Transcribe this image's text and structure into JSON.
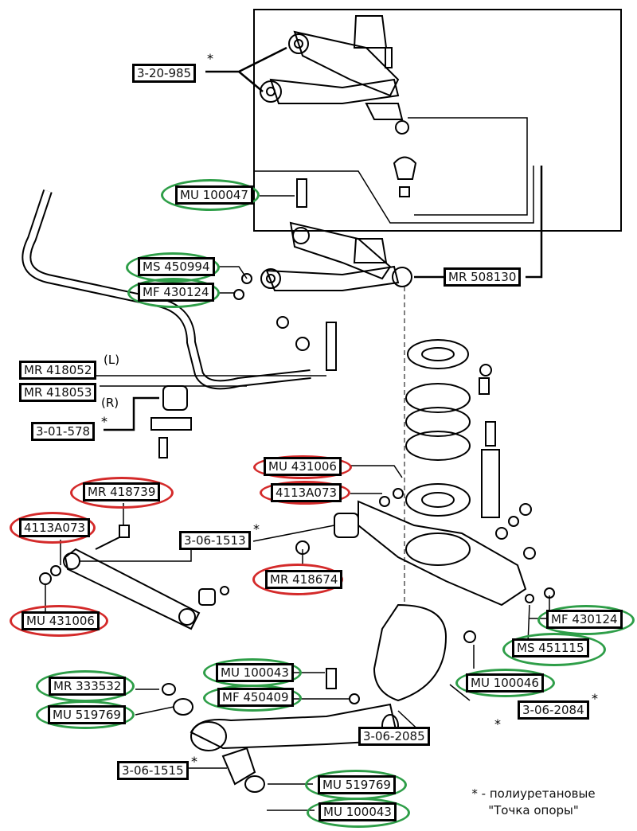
{
  "diagram": {
    "title": "Rear suspension parts diagram",
    "labels": [
      {
        "id": "3-20-985",
        "text": "3-20-985",
        "ring": "none",
        "star": true
      },
      {
        "id": "MU100047",
        "text": "MU 100047",
        "ring": "green"
      },
      {
        "id": "MS450994",
        "text": "MS 450994",
        "ring": "green"
      },
      {
        "id": "MF430124a",
        "text": "MF 430124",
        "ring": "green"
      },
      {
        "id": "MR508130",
        "text": "MR 508130",
        "ring": "none"
      },
      {
        "id": "MR418052",
        "text": "MR 418052",
        "ring": "none",
        "side": "(L)"
      },
      {
        "id": "MR418053",
        "text": "MR 418053",
        "ring": "none",
        "side": "(R)"
      },
      {
        "id": "3-01-578",
        "text": "3-01-578",
        "ring": "none",
        "star": true
      },
      {
        "id": "MU431006a",
        "text": "MU 431006",
        "ring": "red"
      },
      {
        "id": "4113A073a",
        "text": "4113A073",
        "ring": "red"
      },
      {
        "id": "MR418739",
        "text": "MR 418739",
        "ring": "red"
      },
      {
        "id": "4113A073b",
        "text": "4113A073",
        "ring": "red"
      },
      {
        "id": "3-06-1513",
        "text": "3-06-1513",
        "ring": "none",
        "star": true
      },
      {
        "id": "MR418674",
        "text": "MR 418674",
        "ring": "red"
      },
      {
        "id": "MU431006b",
        "text": "MU 431006",
        "ring": "red"
      },
      {
        "id": "MF430124b",
        "text": "MF 430124",
        "ring": "green"
      },
      {
        "id": "MS451115",
        "text": "MS 451115",
        "ring": "green"
      },
      {
        "id": "MU100046",
        "text": "MU 100046",
        "ring": "green"
      },
      {
        "id": "3-06-2084",
        "text": "3-06-2084",
        "ring": "none",
        "star": true
      },
      {
        "id": "MU100043a",
        "text": "MU 100043",
        "ring": "green"
      },
      {
        "id": "MF450409",
        "text": "MF 450409",
        "ring": "green"
      },
      {
        "id": "MR333532",
        "text": "MR 333532",
        "ring": "green"
      },
      {
        "id": "MU519769a",
        "text": "MU 519769",
        "ring": "green"
      },
      {
        "id": "3-06-2085",
        "text": "3-06-2085",
        "ring": "none",
        "star": true
      },
      {
        "id": "3-06-1515",
        "text": "3-06-1515",
        "ring": "none",
        "star": true
      },
      {
        "id": "MU519769b",
        "text": "MU 519769",
        "ring": "green"
      },
      {
        "id": "MU100043b",
        "text": "MU 100043",
        "ring": "green"
      }
    ],
    "legend": {
      "line1": "* - полиуретановые",
      "line2": "\"Точка опоры\""
    },
    "star_symbol": "*",
    "colors": {
      "green_ring": "#2e9e48",
      "red_ring": "#d42a2a"
    }
  }
}
